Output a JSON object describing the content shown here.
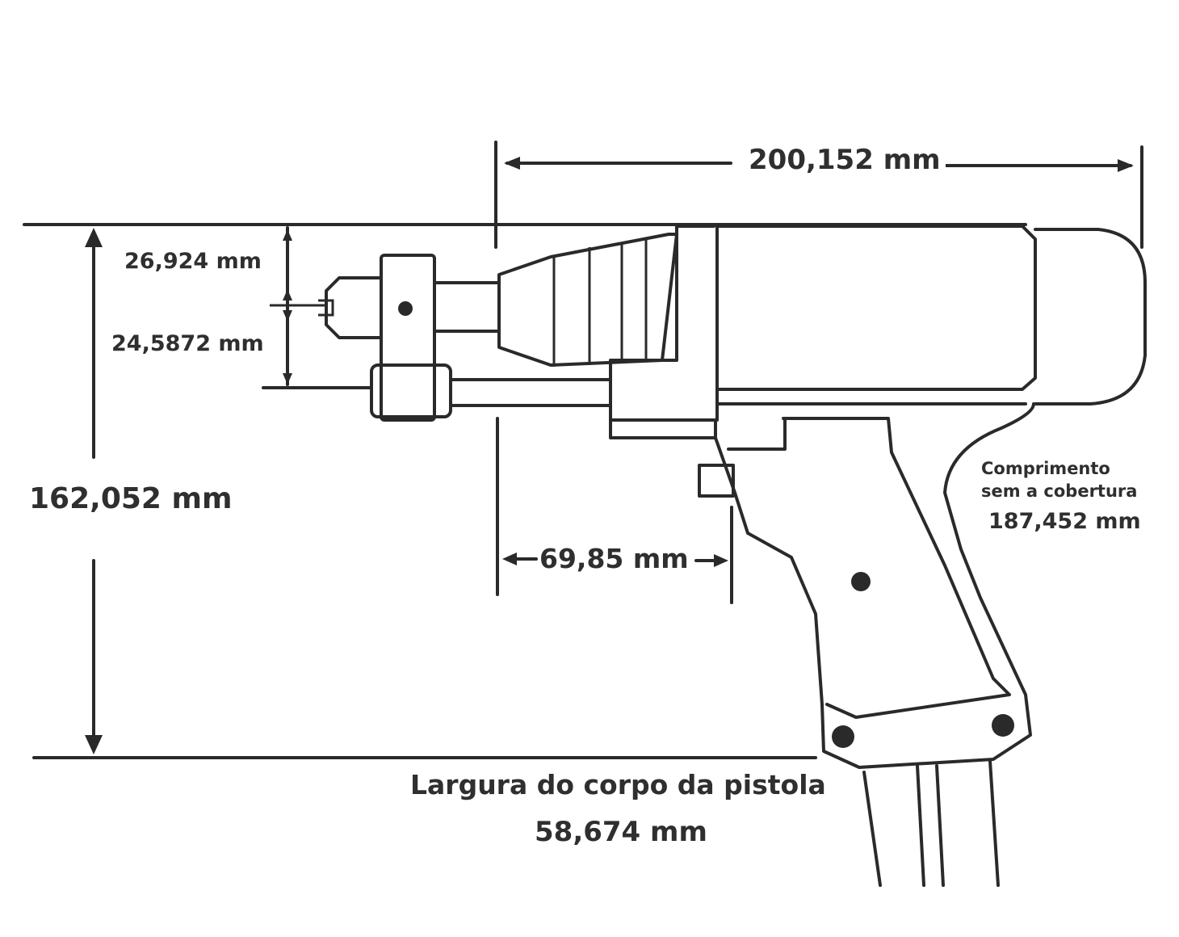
{
  "dimensions": {
    "overall_length": "200,152 mm",
    "upper_offset": "26,924 mm",
    "lower_offset": "24,5872 mm",
    "total_height": "162,052 mm",
    "front_section_length": "69,85 mm"
  },
  "note": {
    "line1": "Comprimento",
    "line2": "sem a cobertura",
    "value": "187,452 mm"
  },
  "caption": {
    "title": "Largura do corpo da pistola",
    "value": "58,674 mm"
  },
  "colors": {
    "line": "#2a2a2a",
    "text": "#2f2f2f",
    "background": "#ffffff"
  }
}
